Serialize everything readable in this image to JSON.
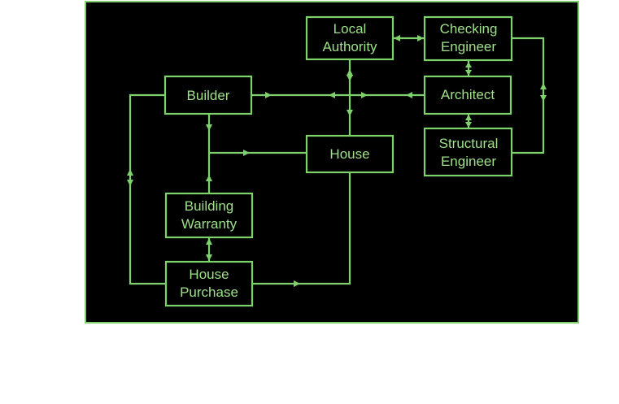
{
  "diagram": {
    "nodes": {
      "local_authority": [
        "Local",
        "Authority"
      ],
      "checking_engineer": [
        "Checking",
        "Engineer"
      ],
      "builder": [
        "Builder"
      ],
      "architect": [
        "Architect"
      ],
      "house": [
        "House"
      ],
      "structural_engineer": [
        "Structural",
        "Engineer"
      ],
      "building_warranty": [
        "Building",
        "Warranty"
      ],
      "house_purchase": [
        "House",
        "Purchase"
      ]
    },
    "colors": {
      "background": "#000000",
      "frame": "#7fd16c",
      "line": "#7fd16c",
      "text": "#9fe08a"
    }
  }
}
